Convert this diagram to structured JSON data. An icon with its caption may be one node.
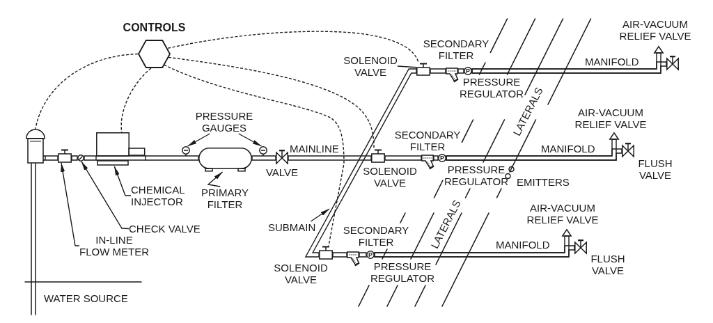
{
  "diagram": {
    "nodes": [
      {
        "text": [
          "CONTROLS"
        ]
      },
      {
        "text": [
          "SOLENOID VALVE"
        ]
      },
      {
        "text": [],
        "shape": "triangle",
        "beside": [
          "AIR-VACUUM RELIEF VALVE"
        ]
      },
      {
        "text": [],
        "shape": "bowtie"
      },
      {
        "text": [],
        "shape": "box"
      },
      {
        "text": [],
        "shape": "picture",
        "beside": [
          "SECONDARY FILTER"
        ]
      },
      {
        "text": [
          "P"
        ],
        "beside": [
          "PRESSURE REGULATOR"
        ]
      },
      {
        "text": [
          "PRESSURE GAUGES"
        ]
      },
      {
        "text": [],
        "shape": "picture"
      },
      {
        "text": [],
        "shape": "box"
      },
      {
        "text": [],
        "shape": "triangle",
        "beside": [
          "AIR-VACUUM RELIEF VALVE"
        ]
      },
      {
        "text": [],
        "shape": "bowtie",
        "beside": [
          "FLUSH VALVE"
        ]
      },
      {
        "text": [],
        "shape": "box"
      },
      {
        "text": [],
        "shape": "circle"
      },
      {
        "text": [],
        "shape": "circle"
      },
      {
        "text": [],
        "shape": "cylinder"
      },
      {
        "text": [],
        "shape": "circle"
      },
      {
        "text": [],
        "shape": "bowtie",
        "beside": [
          "VALVE"
        ]
      },
      {
        "text": [],
        "shape": "box",
        "beside": [
          "SOLENOID VALVE"
        ]
      },
      {
        "text": [],
        "shape": "picture",
        "beside": [
          "SECONDARY FILTER"
        ]
      },
      {
        "text": [
          "P"
        ],
        "beside": [
          "PRESSURE REGULATOR"
        ]
      },
      {
        "text": [],
        "shape": "circle",
        "beside": [
          "EMITTERS"
        ]
      },
      {
        "text": [
          "CHEMICAL INJECTOR"
        ]
      },
      {
        "text": [
          "PRIMARY FILTER"
        ]
      },
      {
        "text": [
          "SUBMAIN"
        ]
      },
      {
        "text": [
          "CHECK VALVE"
        ]
      },
      {
        "text": [],
        "shape": "triangle",
        "beside": [
          "AIR-VACUUM RELIEF VALVE"
        ]
      },
      {
        "text": [
          "IN-LINE FLOW METER"
        ]
      },
      {
        "text": [],
        "shape": "bowtie",
        "beside": [
          "FLUSH VALVE"
        ]
      },
      {
        "text": [],
        "shape": "box",
        "beside": [
          "SOLENOID VALVE"
        ]
      },
      {
        "text": [],
        "shape": "picture",
        "beside": [
          "SECONDARY FILTER"
        ]
      },
      {
        "text": [
          "P"
        ],
        "beside": [
          "PRESSURE REGULATOR"
        ]
      }
    ],
    "edges": [
      {
        "from": 0,
        "to": 8,
        "arrow": "none",
        "style": "dashed"
      },
      {
        "from": 0,
        "to": 9,
        "arrow": "none",
        "style": "dashed"
      },
      {
        "from": 0,
        "to": 4,
        "arrow": "none",
        "style": "dashed"
      },
      {
        "from": 0,
        "to": 18,
        "arrow": "none",
        "style": "dashed"
      },
      {
        "from": 0,
        "to": 29,
        "arrow": "none",
        "style": "dashed"
      },
      {
        "from": 1,
        "to": 4,
        "arrow": "none"
      },
      {
        "from": 7,
        "to": 14,
        "arrow": "to"
      },
      {
        "from": 7,
        "to": 16,
        "arrow": "to"
      },
      {
        "from": 22,
        "to": 9,
        "arrow": "to"
      },
      {
        "from": 23,
        "to": 15,
        "arrow": "to"
      },
      {
        "from": 25,
        "to": 13,
        "arrow": "to"
      },
      {
        "from": 27,
        "to": 12,
        "arrow": "to"
      },
      {
        "from": 24,
        "to": null,
        "arrow": "to"
      },
      {
        "from": 8,
        "to": 12,
        "arrow": "none"
      },
      {
        "from": 12,
        "to": 13,
        "arrow": "none"
      },
      {
        "from": 13,
        "to": 9,
        "arrow": "none"
      },
      {
        "from": 9,
        "to": 15,
        "arrow": "none"
      },
      {
        "from": 15,
        "to": 17,
        "arrow": "none"
      },
      {
        "from": 17,
        "to": 18,
        "arrow": "none",
        "label": "MAINLINE"
      },
      {
        "from": 18,
        "to": 19,
        "arrow": "none"
      },
      {
        "from": 19,
        "to": 20,
        "arrow": "none"
      },
      {
        "from": 20,
        "to": 10,
        "arrow": "none",
        "label": "MANIFOLD"
      },
      {
        "from": 20,
        "to": 11,
        "arrow": "none"
      },
      {
        "from": 4,
        "to": 29,
        "arrow": "none"
      },
      {
        "from": 4,
        "to": 5,
        "arrow": "none"
      },
      {
        "from": 5,
        "to": 6,
        "arrow": "none"
      },
      {
        "from": 6,
        "to": 2,
        "arrow": "none",
        "label": "MANIFOLD"
      },
      {
        "from": 6,
        "to": 3,
        "arrow": "none"
      },
      {
        "from": 29,
        "to": 30,
        "arrow": "none"
      },
      {
        "from": 30,
        "to": 31,
        "arrow": "none"
      },
      {
        "from": 31,
        "to": 26,
        "arrow": "none",
        "label": "MANIFOLD"
      },
      {
        "from": 31,
        "to": 28,
        "arrow": "none"
      }
    ],
    "labels": [
      "LATERALS",
      "LATERALS",
      "WATER SOURCE"
    ]
  }
}
